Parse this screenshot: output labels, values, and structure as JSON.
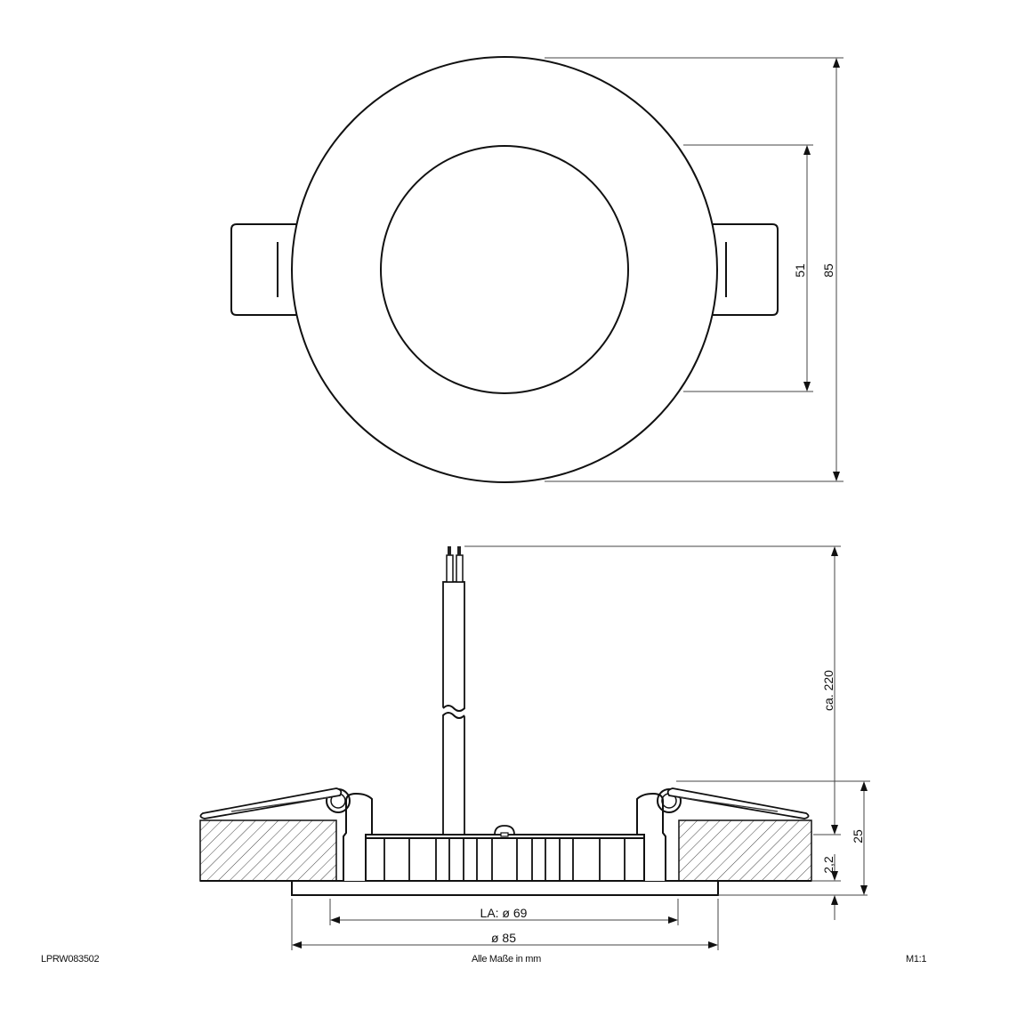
{
  "drawing": {
    "top_view": {
      "dimensions": {
        "inner_diameter": "51",
        "outer_diameter": "85"
      }
    },
    "side_view": {
      "dimensions": {
        "cable_length": "ca. 220",
        "total_height": "25",
        "bezel_thickness": "2,2",
        "cutout": "LA: ø 69",
        "outer_diameter": "ø 85"
      }
    }
  },
  "footer": {
    "article_number": "LPRW083502",
    "units_note": "Alle Maße in mm",
    "scale": "M1:1"
  }
}
